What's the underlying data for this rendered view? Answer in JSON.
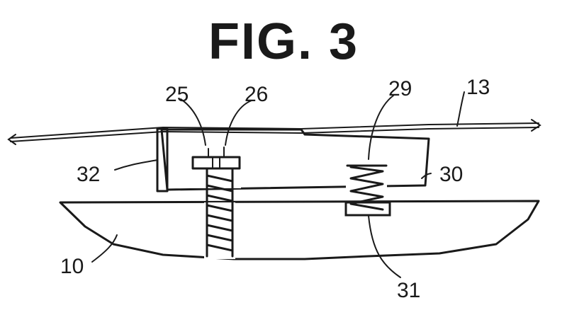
{
  "figure": {
    "title": "FIG. 3",
    "labels": {
      "l10": "10",
      "l13": "13",
      "l25": "25",
      "l26": "26",
      "l29": "29",
      "l30": "30",
      "l31": "31",
      "l32": "32"
    },
    "colors": {
      "ink": "#1a1a1a",
      "paper": "#ffffff"
    }
  }
}
